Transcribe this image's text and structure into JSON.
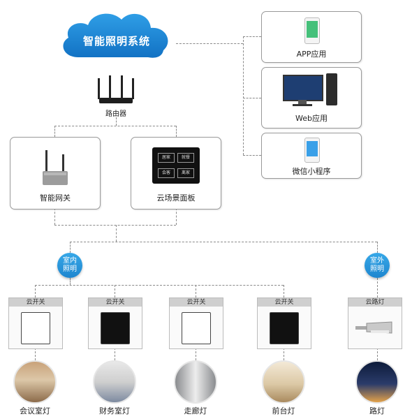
{
  "cloud": {
    "title": "智能照明系统"
  },
  "router": {
    "label": "路由器"
  },
  "gateway": {
    "label": "智能网关"
  },
  "scene_panel": {
    "label": "云场景面板",
    "buttons": [
      "居家",
      "就餐",
      "会客",
      "离家"
    ]
  },
  "apps": [
    {
      "label": "APP应用",
      "icon": "phone-app-icon"
    },
    {
      "label": "Web应用",
      "icon": "desktop-computer-icon"
    },
    {
      "label": "微信小程序",
      "icon": "phone-wechat-icon"
    }
  ],
  "indoor_badge": {
    "line1": "室内",
    "line2": "照明"
  },
  "outdoor_badge": {
    "line1": "室外",
    "line2": "照明"
  },
  "devices": [
    {
      "head": "云开关",
      "label": "会议室灯",
      "style": "white"
    },
    {
      "head": "云开关",
      "label": "财务室灯",
      "style": "black"
    },
    {
      "head": "云开关",
      "label": "走廊灯",
      "style": "white"
    },
    {
      "head": "云开关",
      "label": "前台灯",
      "style": "black"
    },
    {
      "head": "云路灯",
      "label": "路灯",
      "style": "lamp"
    }
  ],
  "colors": {
    "cloud": "#1e88d6",
    "badge": "#2596dd",
    "line": "#8a8a8a"
  }
}
